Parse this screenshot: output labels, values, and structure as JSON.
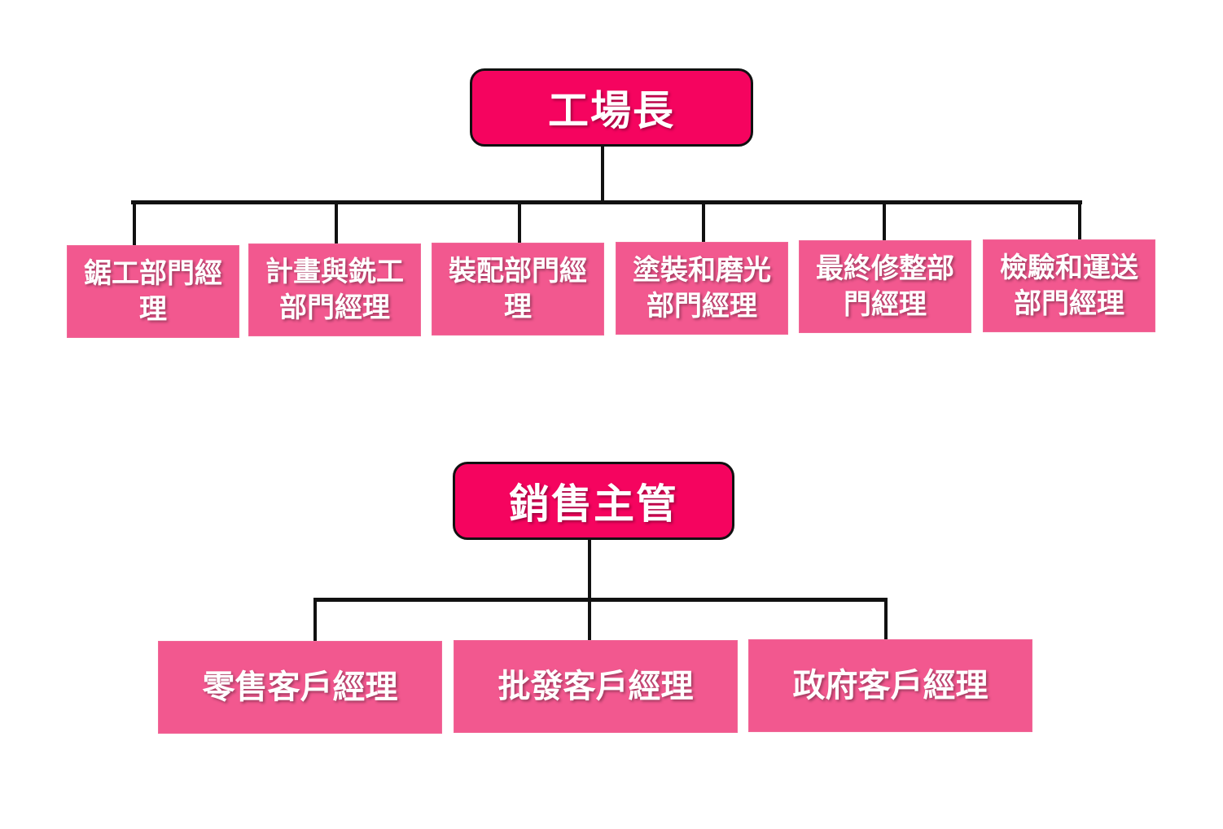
{
  "colors": {
    "head_fill": "#f5045f",
    "node_fill": "#f2588f",
    "connector": "#111111"
  },
  "plant": {
    "head": "工場長",
    "departments": [
      "鋸工部門經理",
      "計畫與銑工部門經理",
      "裝配部門經理",
      "塗裝和磨光部門經理",
      "最終修整部門經理",
      "檢驗和運送部門經理"
    ]
  },
  "sales": {
    "head": "銷售主管",
    "accounts": [
      "零售客戶經理",
      "批發客戶經理",
      "政府客戶經理"
    ]
  }
}
